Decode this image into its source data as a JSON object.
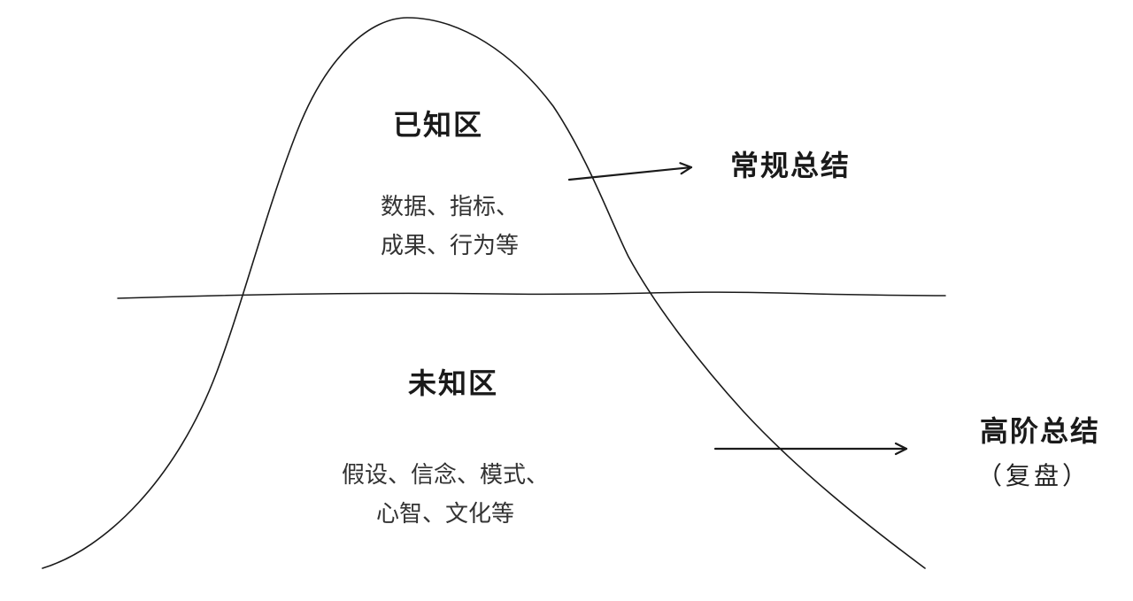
{
  "known_zone": {
    "title": "已知区",
    "desc_line1": "数据、指标、",
    "desc_line2": "成果、行为等"
  },
  "unknown_zone": {
    "title": "未知区",
    "desc_line1": "假设、信念、模式、",
    "desc_line2": "心智、文化等"
  },
  "regular_summary": {
    "label": "常规总结"
  },
  "advanced_summary": {
    "label": "高阶总结",
    "sublabel": "（复盘）"
  },
  "colors": {
    "stroke": "#1a1a1a",
    "text": "#1a1a1a",
    "background": "#ffffff"
  }
}
